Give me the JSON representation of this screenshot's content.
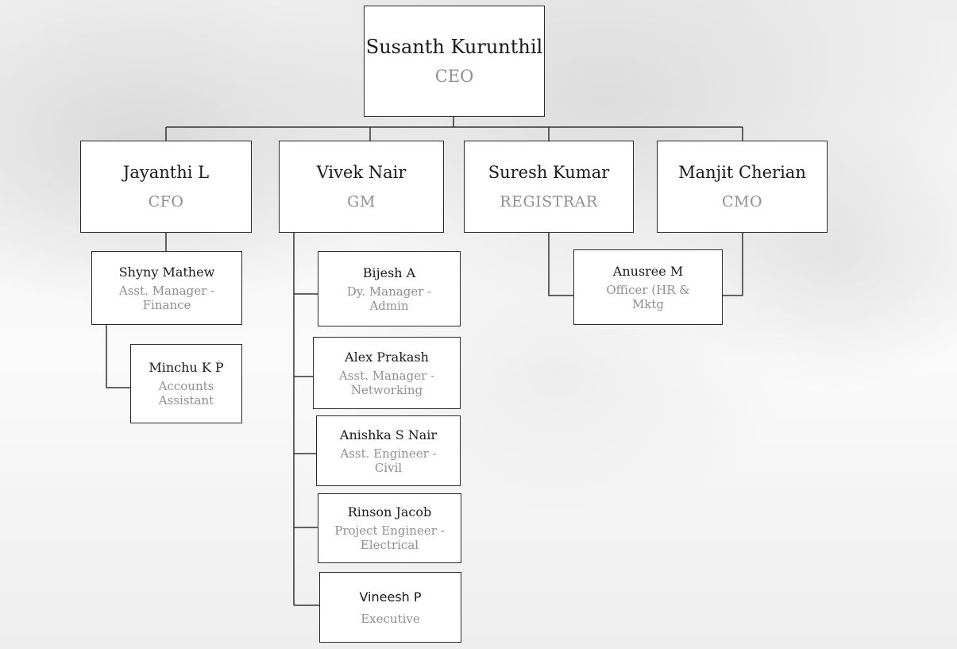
{
  "ceo": {
    "name": "Susanth Kurunthil",
    "role": "CEO"
  },
  "cfo": {
    "name": "Jayanthi L",
    "role": "CFO"
  },
  "gm": {
    "name": "Vivek Nair",
    "role": "GM"
  },
  "registrar": {
    "name": "Suresh Kumar",
    "role": "REGISTRAR"
  },
  "cmo": {
    "name": "Manjit Cherian",
    "role": "CMO"
  },
  "finance": [
    {
      "name": "Shyny Mathew",
      "role": "Asst. Manager - Finance"
    },
    {
      "name": "Minchu K P",
      "role": "Accounts Assistant"
    }
  ],
  "gm_reports": [
    {
      "name": "Bijesh A",
      "role": "Dy. Manager - Admin"
    },
    {
      "name": "Alex Prakash",
      "role": "Asst. Manager - Networking"
    },
    {
      "name": "Anishka S Nair",
      "role": "Asst. Engineer - Civil"
    },
    {
      "name": "Rinson Jacob",
      "role": "Project Engineer - Electrical"
    },
    {
      "name": "Vineesh P",
      "role": "Executive"
    }
  ],
  "officer": {
    "name": "Anusree M",
    "role": "Officer (HR & Mktg"
  }
}
